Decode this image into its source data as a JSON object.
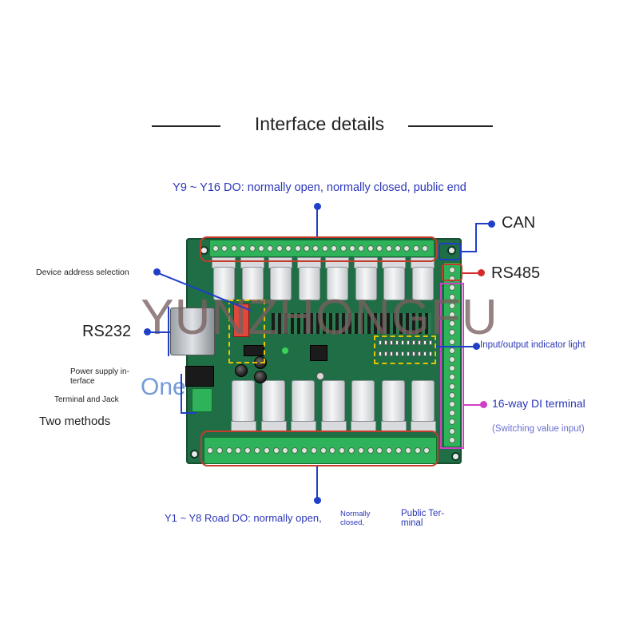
{
  "header": {
    "title": "Interface details"
  },
  "labels": {
    "y9_y16": "Y9 ~ Y16 DO: normally open, normally closed, public end",
    "can": "CAN",
    "rs485": "RS485",
    "device_address": "Device address selection",
    "rs232": "RS232",
    "power_supply": "Power supply in- terface",
    "terminal_jack": "Terminal and Jack",
    "two_methods": "Two methods",
    "io_indicator": "Input/output indicator light",
    "di_terminal": "16-way DI terminal",
    "switching_value": "(Switching value input)",
    "y1_y8": "Y1 ~ Y8 Road DO: normally open,",
    "normally_closed": "Normally closed,",
    "public_terminal": "Public Ter- minal"
  },
  "watermark": {
    "main": "YUNZHONGFU",
    "secondary": "One"
  },
  "colors": {
    "annotation_blue": "#1f3fc8",
    "annotation_red": "#d62b2b",
    "annotation_magenta": "#d040c6",
    "indicator_yellow": "#e6c500",
    "pcb_green": "#1f6e45",
    "terminal_green": "#2fb35a"
  }
}
